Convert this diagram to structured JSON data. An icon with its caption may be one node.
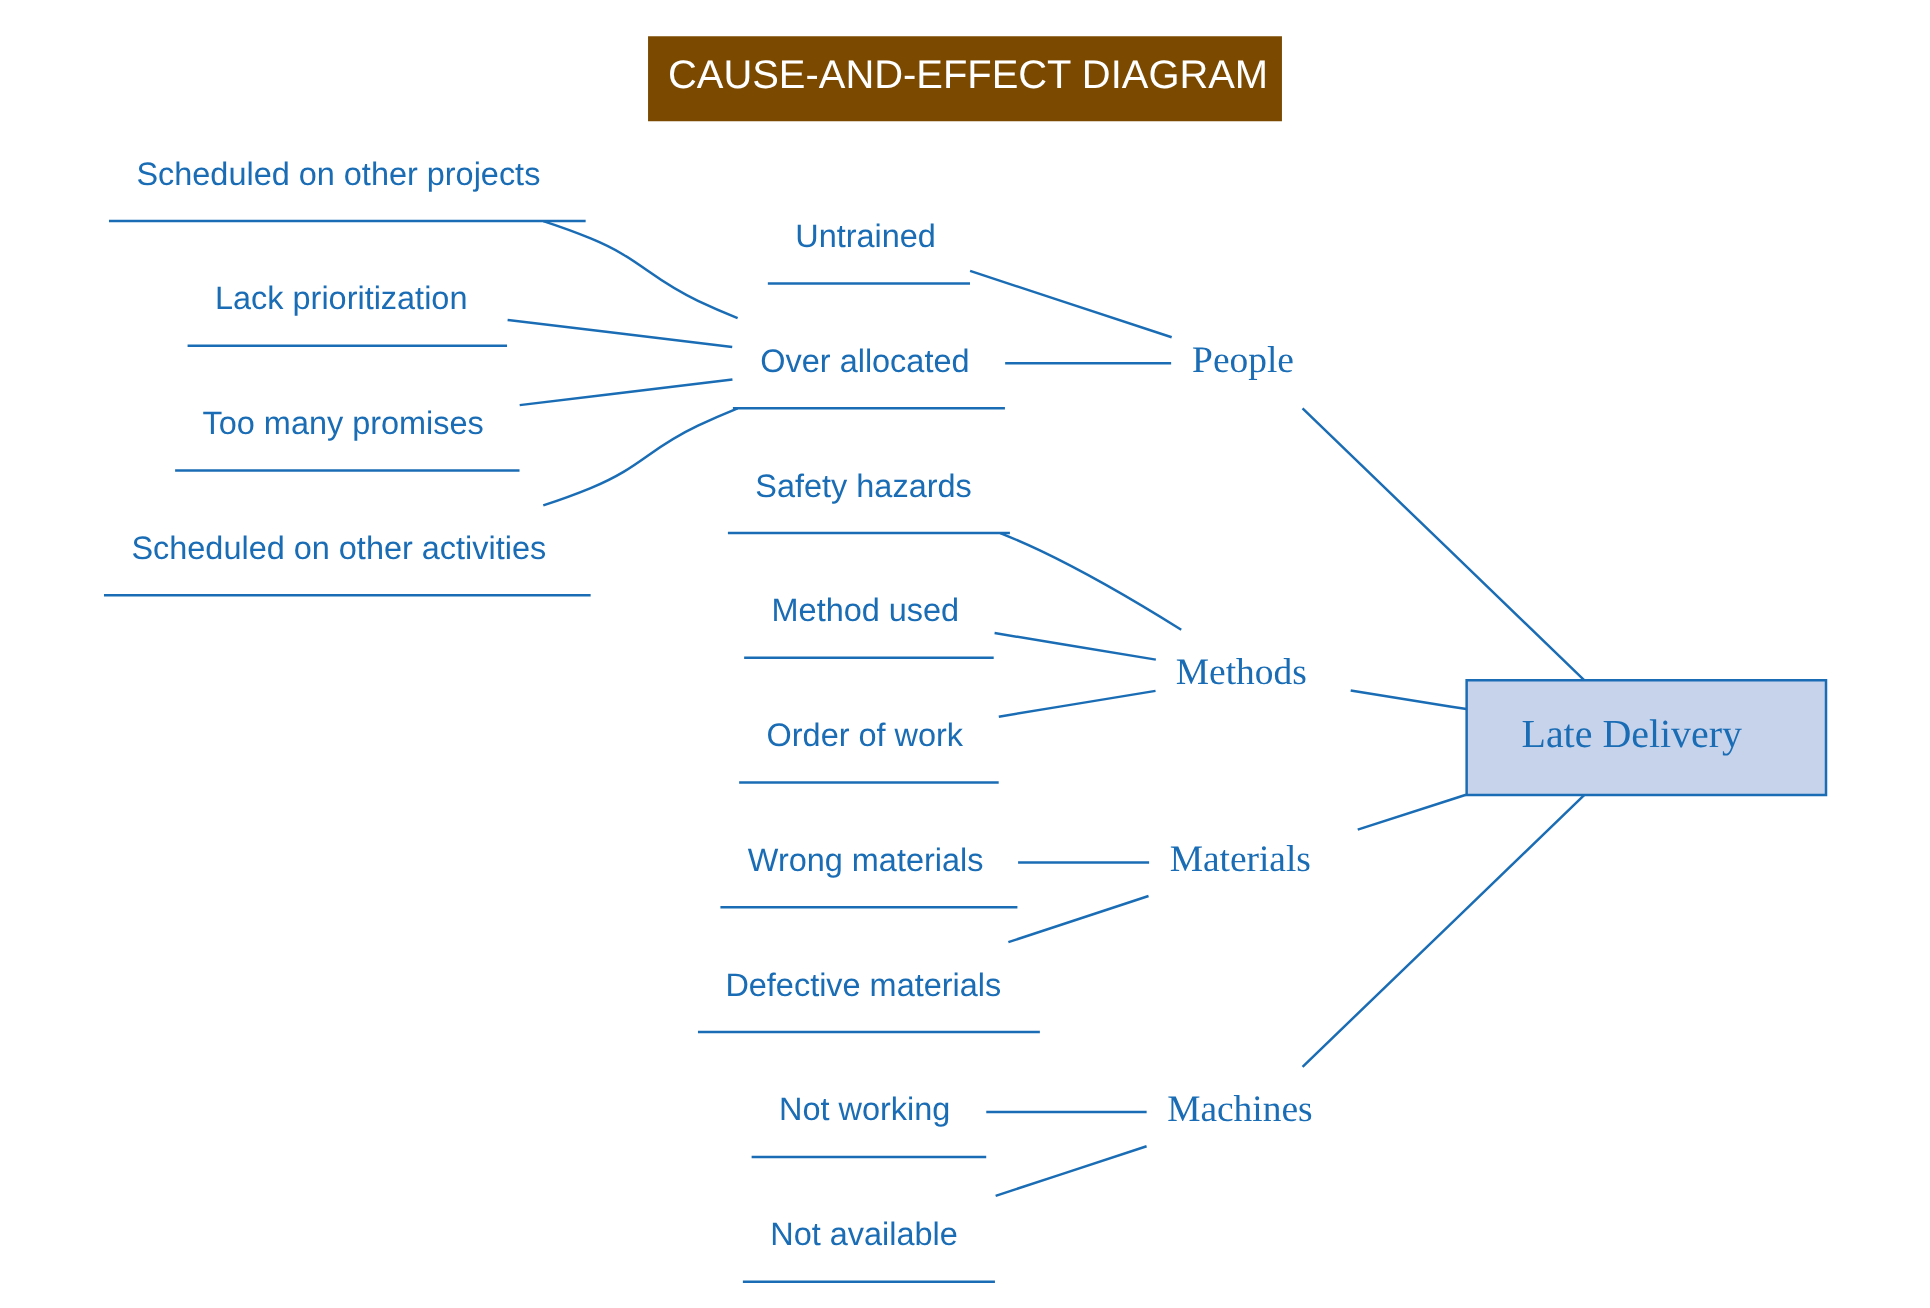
{
  "diagram": {
    "title": "CAUSE-AND-EFFECT DIAGRAM",
    "nodes": [
      {
        "text": [
          "Machines"
        ]
      },
      {
        "text": [
          "Not working"
        ]
      },
      {
        "text": [
          "Not available"
        ]
      },
      {
        "text": [
          "People"
        ]
      },
      {
        "text": [
          "Untrained"
        ]
      },
      {
        "text": [
          "Over allocated"
        ]
      },
      {
        "text": [
          "Scheduled on other projects"
        ]
      },
      {
        "text": [
          "Lack prioritization"
        ]
      },
      {
        "text": [
          "Too many promises"
        ]
      },
      {
        "text": [
          "Scheduled on other activities"
        ]
      },
      {
        "text": [
          "Late Delivery"
        ]
      },
      {
        "text": [
          "Methods"
        ]
      },
      {
        "text": [
          "Safety hazards"
        ]
      },
      {
        "text": [
          "Method used"
        ]
      },
      {
        "text": [
          "Order of work"
        ]
      },
      {
        "text": [
          "Materials"
        ]
      },
      {
        "text": [
          "Wrong materials"
        ]
      },
      {
        "text": [
          "Defective materials"
        ]
      }
    ],
    "edges": [
      {
        "from": 1,
        "to": 0,
        "arrow": "none"
      },
      {
        "from": 2,
        "to": 0,
        "arrow": "none"
      },
      {
        "from": 4,
        "to": 3,
        "arrow": "none"
      },
      {
        "from": 5,
        "to": 3,
        "arrow": "none"
      },
      {
        "from": 6,
        "to": 5,
        "arrow": "none"
      },
      {
        "from": 7,
        "to": 5,
        "arrow": "none"
      },
      {
        "from": 8,
        "to": 5,
        "arrow": "none"
      },
      {
        "from": 9,
        "to": 5,
        "arrow": "none"
      },
      {
        "from": 0,
        "to": 10,
        "arrow": "none"
      },
      {
        "from": 3,
        "to": 10,
        "arrow": "none"
      },
      {
        "from": 12,
        "to": 11,
        "arrow": "none"
      },
      {
        "from": 13,
        "to": 11,
        "arrow": "none"
      },
      {
        "from": 14,
        "to": 11,
        "arrow": "none"
      },
      {
        "from": 11,
        "to": 10,
        "arrow": "none"
      },
      {
        "from": 16,
        "to": 15,
        "arrow": "none"
      },
      {
        "from": 17,
        "to": 15,
        "arrow": "none"
      },
      {
        "from": 15,
        "to": 10,
        "arrow": "none"
      }
    ]
  }
}
